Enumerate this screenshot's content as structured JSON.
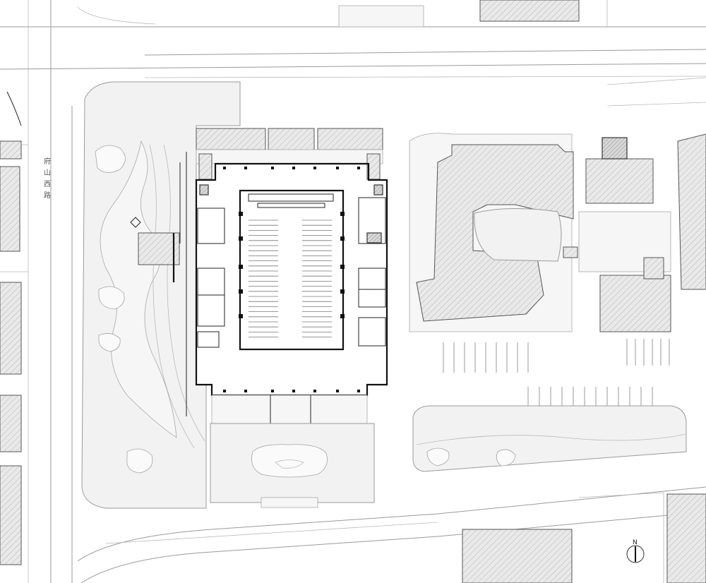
{
  "street_label": [
    "府",
    "山",
    "西",
    "路"
  ],
  "compass": {
    "label": "N"
  }
}
